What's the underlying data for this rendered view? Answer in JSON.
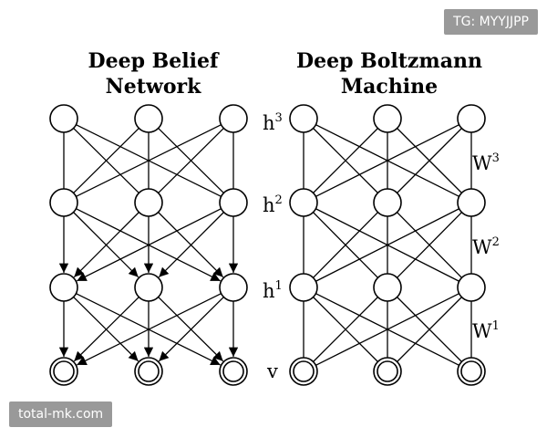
{
  "dbn": {
    "title_line1": "Deep Belief",
    "title_line2": "Network"
  },
  "dbm": {
    "title_line1": "Deep Boltzmann",
    "title_line2": "Machine",
    "layer_labels": [
      {
        "base": "h",
        "sup": "3"
      },
      {
        "base": "h",
        "sup": "2"
      },
      {
        "base": "h",
        "sup": "1"
      },
      {
        "base": "v",
        "sup": ""
      }
    ],
    "weight_labels": [
      {
        "base": "W",
        "sup": "3"
      },
      {
        "base": "W",
        "sup": "2"
      },
      {
        "base": "W",
        "sup": "1"
      }
    ]
  },
  "watermarks": {
    "top": "TG: MYYJJPP",
    "bottom": "total-mk.com"
  }
}
